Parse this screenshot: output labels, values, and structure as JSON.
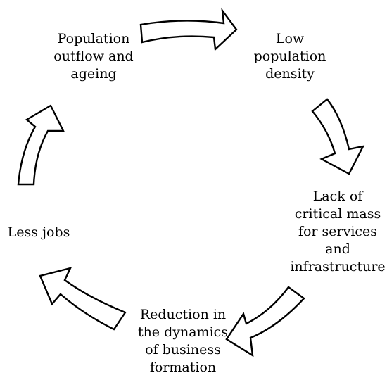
{
  "nodes": [
    {
      "id": "low-density",
      "lines": [
        "Low",
        "population",
        "density"
      ]
    },
    {
      "id": "critical-mass",
      "lines": [
        "Lack of",
        "critical mass",
        "for services",
        "and",
        "infrastructure"
      ]
    },
    {
      "id": "business-formation",
      "lines": [
        "Reduction in",
        "the dynamics",
        "of business",
        "formation"
      ]
    },
    {
      "id": "less-jobs",
      "lines": [
        "Less jobs"
      ]
    },
    {
      "id": "outflow-ageing",
      "lines": [
        "Population",
        "outflow and",
        "ageing"
      ]
    }
  ],
  "colors": {
    "stroke": "#000000",
    "fill": "#ffffff",
    "text": "#000000"
  }
}
